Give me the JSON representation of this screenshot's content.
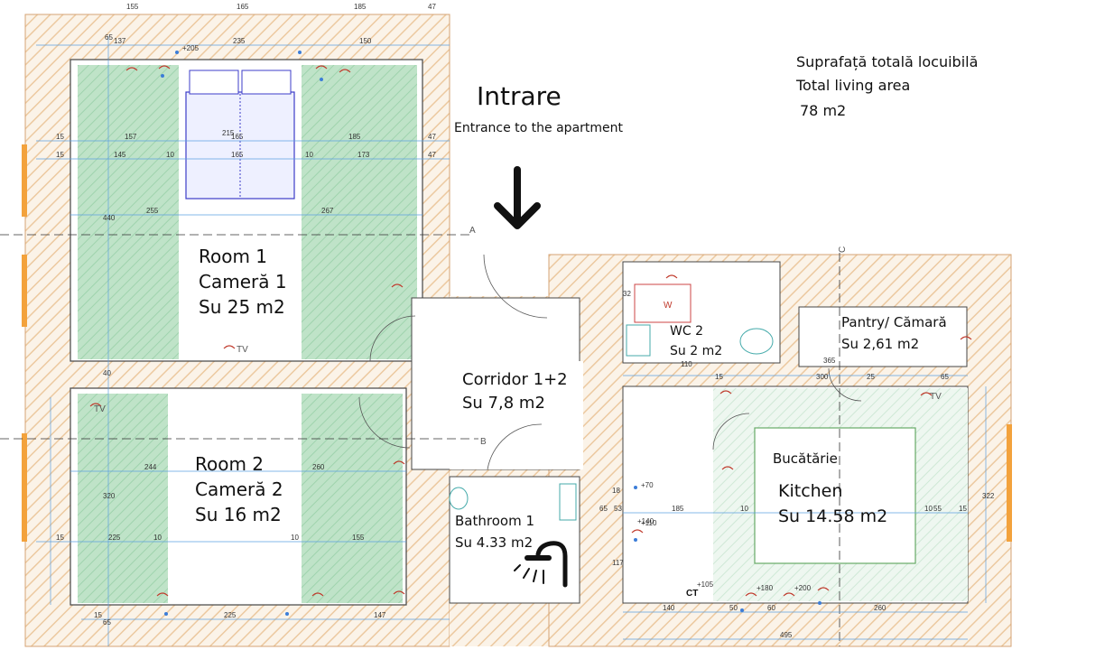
{
  "summary": {
    "line1": "Suprafață totală locuibilă",
    "line2": "Total living area",
    "line3": "78 m2"
  },
  "entrance": {
    "title": "Intrare",
    "subtitle": "Entrance to the apartment",
    "arrow_icon": "arrow-down-icon"
  },
  "rooms": {
    "room1": {
      "name": "Room 1",
      "name_ro": "Cameră 1",
      "area": "Su 25 m2"
    },
    "room2": {
      "name": "Room 2",
      "name_ro": "Cameră 2",
      "area": "Su 16 m2"
    },
    "corridor": {
      "name": "Corridor 1+2",
      "area": "Su 7,8 m2"
    },
    "bathroom": {
      "name": "Bathroom 1",
      "area": "Su 4.33 m2"
    },
    "wc": {
      "name": "WC 2",
      "area": "Su 2 m2"
    },
    "pantry": {
      "name": "Pantry/ Cămară",
      "area": "Su 2,61 m2"
    },
    "kitchen": {
      "name_ro": "Bucătărie",
      "name": "Kitchen",
      "area": "Su 14.58 m2"
    }
  },
  "markers": {
    "a": "A",
    "b": "B",
    "c": "C",
    "w": "W",
    "tv": "TV",
    "ct": "CT"
  },
  "dimensions": {
    "top": [
      "155",
      "165",
      "185",
      "47"
    ],
    "top_inner": [
      "137",
      "235",
      "150"
    ],
    "row1": [
      "15",
      "157",
      "165",
      "185",
      "47"
    ],
    "row2": [
      "15",
      "145",
      "10",
      "165",
      "10",
      "173",
      "47"
    ],
    "room1_mid": [
      "255",
      "267"
    ],
    "bed": "215",
    "left_v": [
      "65",
      "440",
      "40",
      "320",
      "65"
    ],
    "room2_mid": [
      "244",
      "260"
    ],
    "room2_low": [
      "15",
      "225",
      "10",
      "10",
      "155"
    ],
    "bottom": [
      "15",
      "225",
      "147"
    ],
    "bottom_right": [
      "140",
      "50",
      "60",
      "260"
    ],
    "total_right": "495",
    "kitchen_w": [
      "65",
      "53",
      "185",
      "10",
      "10",
      "55",
      "15"
    ],
    "kitchen_v": [
      "322",
      "117",
      "18"
    ],
    "wc": [
      "32",
      "110",
      "15",
      "300",
      "25",
      "65",
      "365"
    ],
    "small_marks": [
      "+205",
      "+110",
      "+70",
      "+140",
      "+105",
      "+180",
      "+200"
    ]
  },
  "icons": [
    "shower-icon",
    "toilet-icon",
    "sink-icon",
    "bed-icon",
    "door-swing-icon",
    "outlet-icon",
    "tv-icon"
  ]
}
